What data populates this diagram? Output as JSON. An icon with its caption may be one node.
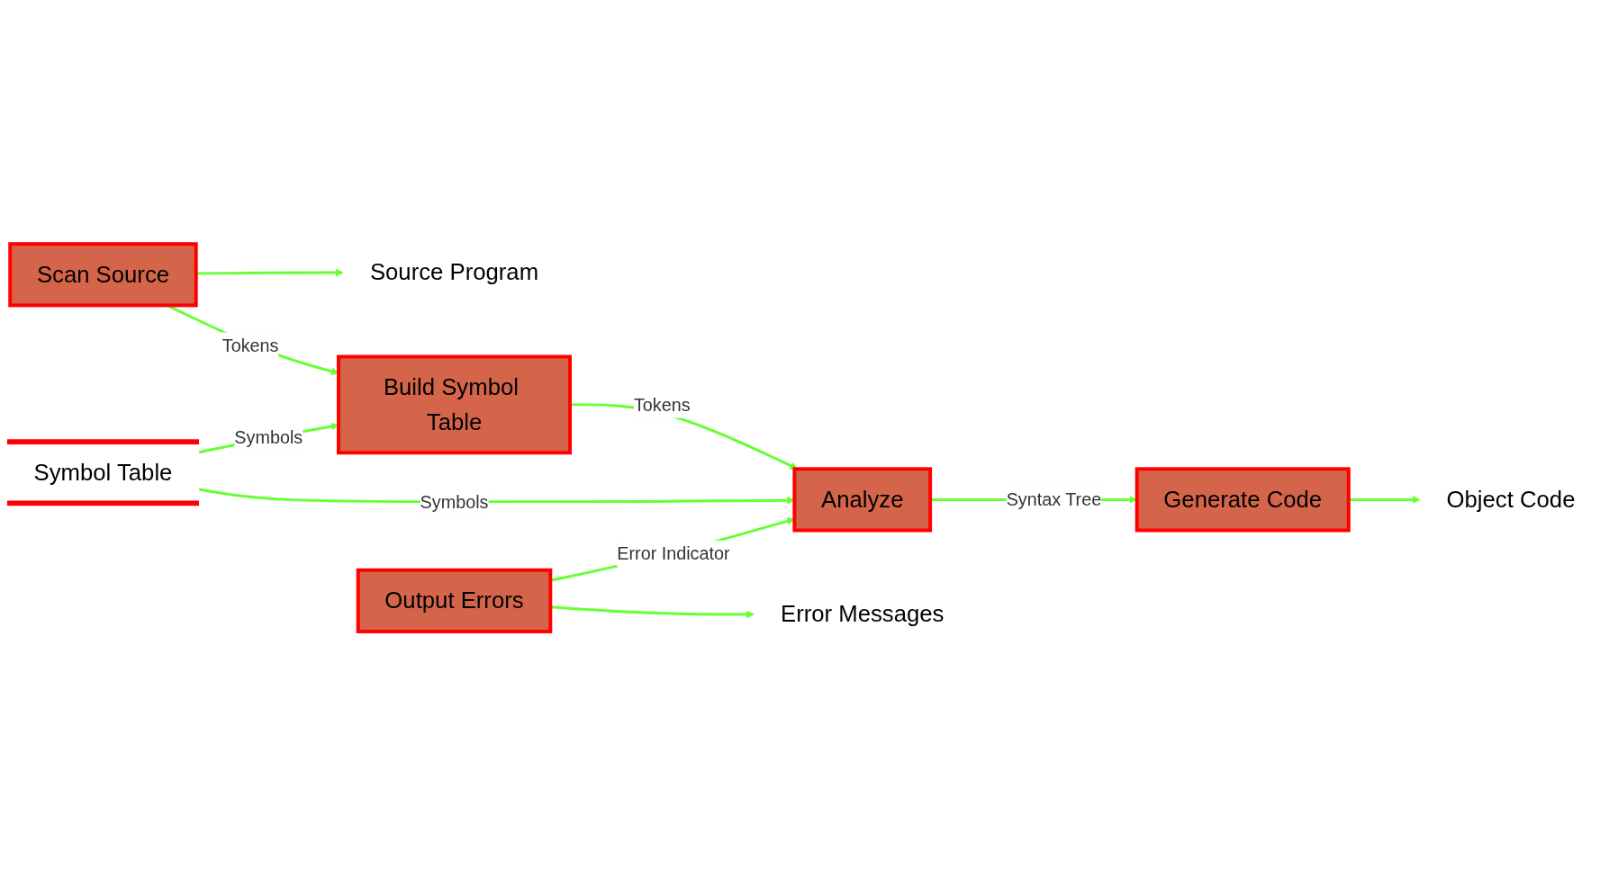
{
  "diagram": {
    "nodes": [
      {
        "text": [
          "Source Program"
        ]
      },
      {
        "text": [
          "Object Code"
        ]
      },
      {
        "text": [
          "Scan Source"
        ]
      },
      {
        "text": [
          "Build Symbol Table"
        ]
      },
      {
        "text": [
          "Analyze"
        ]
      },
      {
        "text": [
          "Generate Code"
        ]
      },
      {
        "text": [
          "Symbol Table"
        ]
      },
      {
        "text": [
          "Output Errors"
        ]
      },
      {
        "text": [
          "Error Messages"
        ]
      }
    ],
    "edges": [
      {
        "from": 2,
        "to": 0,
        "arrow": "to"
      },
      {
        "from": 2,
        "to": 3,
        "arrow": "to",
        "label": "Tokens"
      },
      {
        "from": 3,
        "to": 4,
        "arrow": "to",
        "label": "Tokens"
      },
      {
        "from": 4,
        "to": 5,
        "arrow": "to",
        "label": "Syntax Tree"
      },
      {
        "from": 5,
        "to": 1,
        "arrow": "to"
      },
      {
        "from": 6,
        "to": 3,
        "arrow": "to",
        "label": "Symbols"
      },
      {
        "from": 6,
        "to": 4,
        "arrow": "to",
        "label": "Symbols"
      },
      {
        "from": 7,
        "to": 4,
        "arrow": "to",
        "label": "Error Indicator"
      },
      {
        "from": 7,
        "to": 8,
        "arrow": "to"
      }
    ]
  }
}
